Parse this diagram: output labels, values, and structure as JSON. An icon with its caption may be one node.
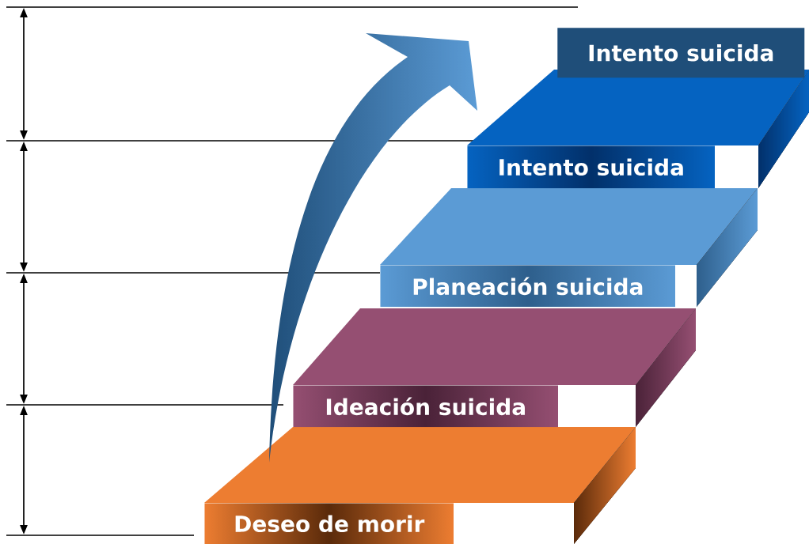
{
  "diagram": {
    "nodes": [
      {
        "text": [
          "Deseo de morir"
        ]
      },
      {
        "text": [
          "Ideación suicida"
        ]
      },
      {
        "text": [
          "Planeación suicida"
        ]
      },
      {
        "text": [
          "Intento suicida"
        ]
      },
      {
        "text": [
          "Intento suicida"
        ]
      }
    ]
  }
}
